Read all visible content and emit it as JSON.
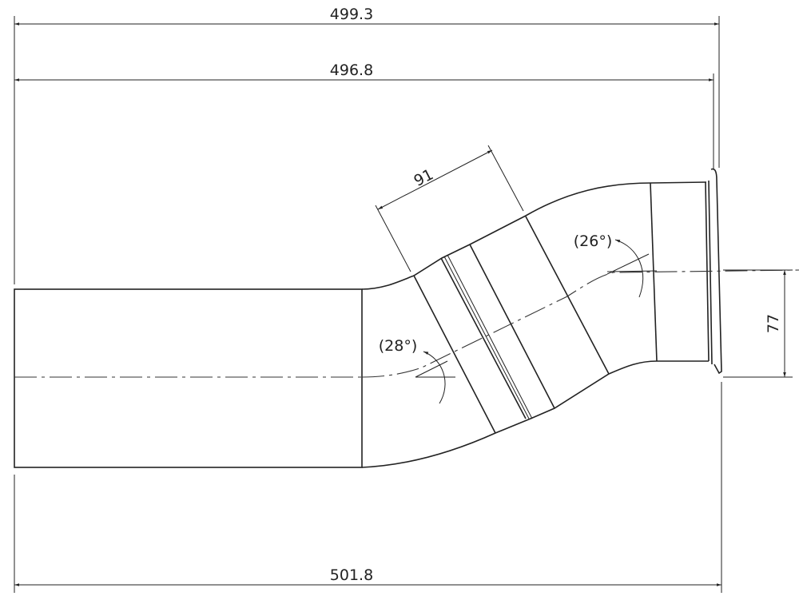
{
  "drawing": {
    "dimensions": {
      "overall_top": "499.3",
      "overall_second": "496.8",
      "overall_bottom": "501.8",
      "section_length": "91",
      "offset": "77"
    },
    "angles": {
      "first_bend": "(28°)",
      "second_bend": "(26°)"
    }
  }
}
